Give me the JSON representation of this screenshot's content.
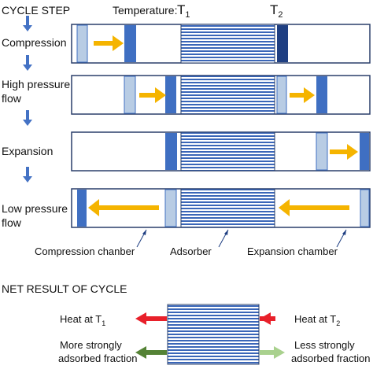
{
  "header": {
    "cycle_step": "CYCLE STEP",
    "temperature_label": "Temperature:",
    "t1": "T",
    "t1_sub": "1",
    "t2": "T",
    "t2_sub": "2"
  },
  "steps": [
    {
      "label_lines": [
        "Compression"
      ]
    },
    {
      "label_lines": [
        "High pressure",
        "flow"
      ]
    },
    {
      "label_lines": [
        "Expansion"
      ]
    },
    {
      "label_lines": [
        "Low pressure",
        "flow"
      ]
    }
  ],
  "annotations": {
    "compression_chamber": "Compression chanber",
    "adsorber": "Adsorber",
    "expansion_chamber": "Expansion chamber"
  },
  "net_result": {
    "title": "NET RESULT OF CYCLE",
    "heat_left": "Heat at T",
    "heat_left_sub": "1",
    "heat_right": "Heat at T",
    "heat_right_sub": "2",
    "left_fraction_lines": [
      "More strongly",
      "adsorbed fraction"
    ],
    "right_fraction_lines": [
      "Less strongly",
      "adsorbed fraction"
    ]
  },
  "colors": {
    "piston_dark": "#3f6fc2",
    "piston_light": "#b8cce4",
    "piston_darkest": "#1f3f82",
    "flow_arrow": "#f5b400",
    "step_arrow": "#4472c4",
    "heat_arrow": "#e8202a",
    "strong_arrow": "#548235",
    "weak_arrow": "#a9d18e",
    "adsorber_stripe": "#3a66b8",
    "frame": "#2a3f6a"
  }
}
